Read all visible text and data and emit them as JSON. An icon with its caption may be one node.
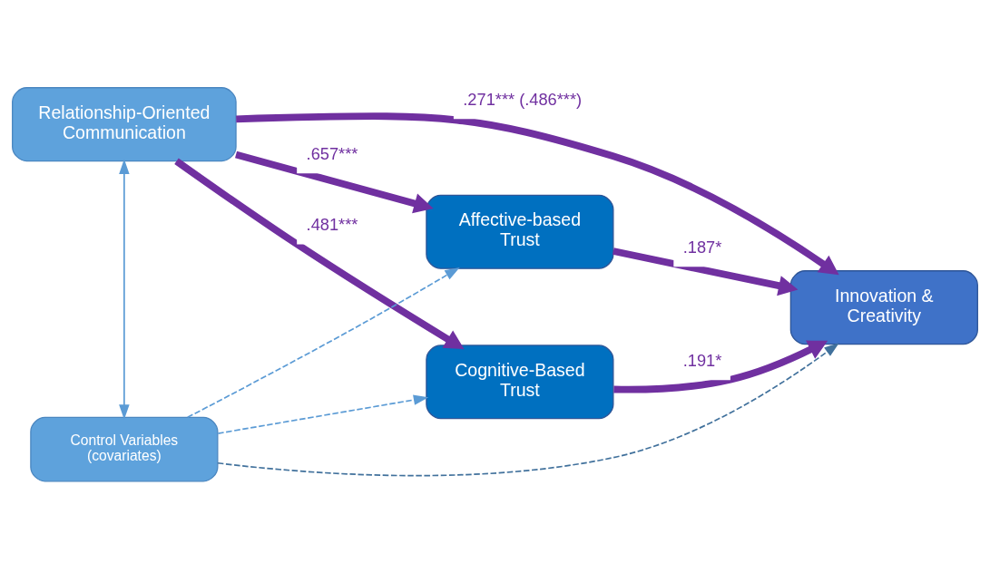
{
  "diagram": {
    "nodes": [
      {
        "text": [
          "Relationship-Oriented Communication"
        ]
      },
      {
        "text": [
          "Affective-based Trust"
        ]
      },
      {
        "text": [
          "Cognitive-Based Trust"
        ]
      },
      {
        "text": [
          "Innovation & Creativity"
        ]
      },
      {
        "text": [
          "Control Variables (covariates)"
        ]
      }
    ],
    "edges": [
      {
        "from": 0,
        "to": 1,
        "arrow": "to",
        "label": ".657***"
      },
      {
        "from": 1,
        "to": 3,
        "arrow": "to",
        "label": ".187*"
      },
      {
        "from": 0,
        "to": 3,
        "arrow": "to",
        "label": ".271*** (.486***)"
      },
      {
        "from": 0,
        "to": 2,
        "arrow": "to",
        "label": ".481***"
      },
      {
        "from": 2,
        "to": 3,
        "arrow": "to",
        "label": ".191*"
      },
      {
        "from": 4,
        "to": 0,
        "arrow": "both",
        "color": "#5b9bd5"
      },
      {
        "from": 4,
        "to": 1,
        "arrow": "to",
        "style": "dashed",
        "color": "#5b9bd5"
      },
      {
        "from": 4,
        "to": 2,
        "arrow": "to",
        "style": "dashed",
        "color": "#5b9bd5"
      },
      {
        "from": 4,
        "to": 3,
        "arrow": "to",
        "style": "dashed",
        "color": "#41719c"
      }
    ]
  }
}
